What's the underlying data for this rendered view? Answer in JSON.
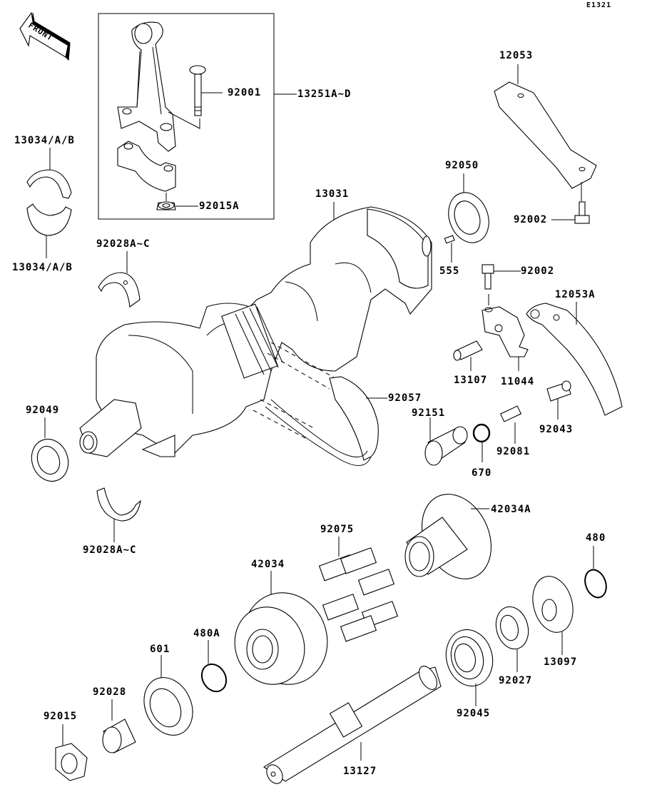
{
  "diagram": {
    "code": "E1321",
    "front_arrow_text": "FRONT",
    "callouts": [
      {
        "id": "92001",
        "text": "92001"
      },
      {
        "id": "13251",
        "text": "13251A~D"
      },
      {
        "id": "92015A",
        "text": "92015A"
      },
      {
        "id": "13034-top",
        "text": "13034/A/B"
      },
      {
        "id": "13034-bottom",
        "text": "13034/A/B"
      },
      {
        "id": "92028-top",
        "text": "92028A~C"
      },
      {
        "id": "13031",
        "text": "13031"
      },
      {
        "id": "92050",
        "text": "92050"
      },
      {
        "id": "12053",
        "text": "12053"
      },
      {
        "id": "92002-top",
        "text": "92002"
      },
      {
        "id": "555",
        "text": "555"
      },
      {
        "id": "92002-mid",
        "text": "92002"
      },
      {
        "id": "12053A",
        "text": "12053A"
      },
      {
        "id": "13107",
        "text": "13107"
      },
      {
        "id": "11044",
        "text": "11044"
      },
      {
        "id": "92057",
        "text": "92057"
      },
      {
        "id": "92151",
        "text": "92151"
      },
      {
        "id": "92043",
        "text": "92043"
      },
      {
        "id": "92081",
        "text": "92081"
      },
      {
        "id": "670",
        "text": "670"
      },
      {
        "id": "92049",
        "text": "92049"
      },
      {
        "id": "92028-bottom",
        "text": "92028A~C"
      },
      {
        "id": "42034A",
        "text": "42034A"
      },
      {
        "id": "92075",
        "text": "92075"
      },
      {
        "id": "480",
        "text": "480"
      },
      {
        "id": "42034",
        "text": "42034"
      },
      {
        "id": "480A",
        "text": "480A"
      },
      {
        "id": "601",
        "text": "601"
      },
      {
        "id": "13097",
        "text": "13097"
      },
      {
        "id": "92027",
        "text": "92027"
      },
      {
        "id": "92028",
        "text": "92028"
      },
      {
        "id": "92015",
        "text": "92015"
      },
      {
        "id": "92045",
        "text": "92045"
      },
      {
        "id": "13127",
        "text": "13127"
      }
    ]
  }
}
